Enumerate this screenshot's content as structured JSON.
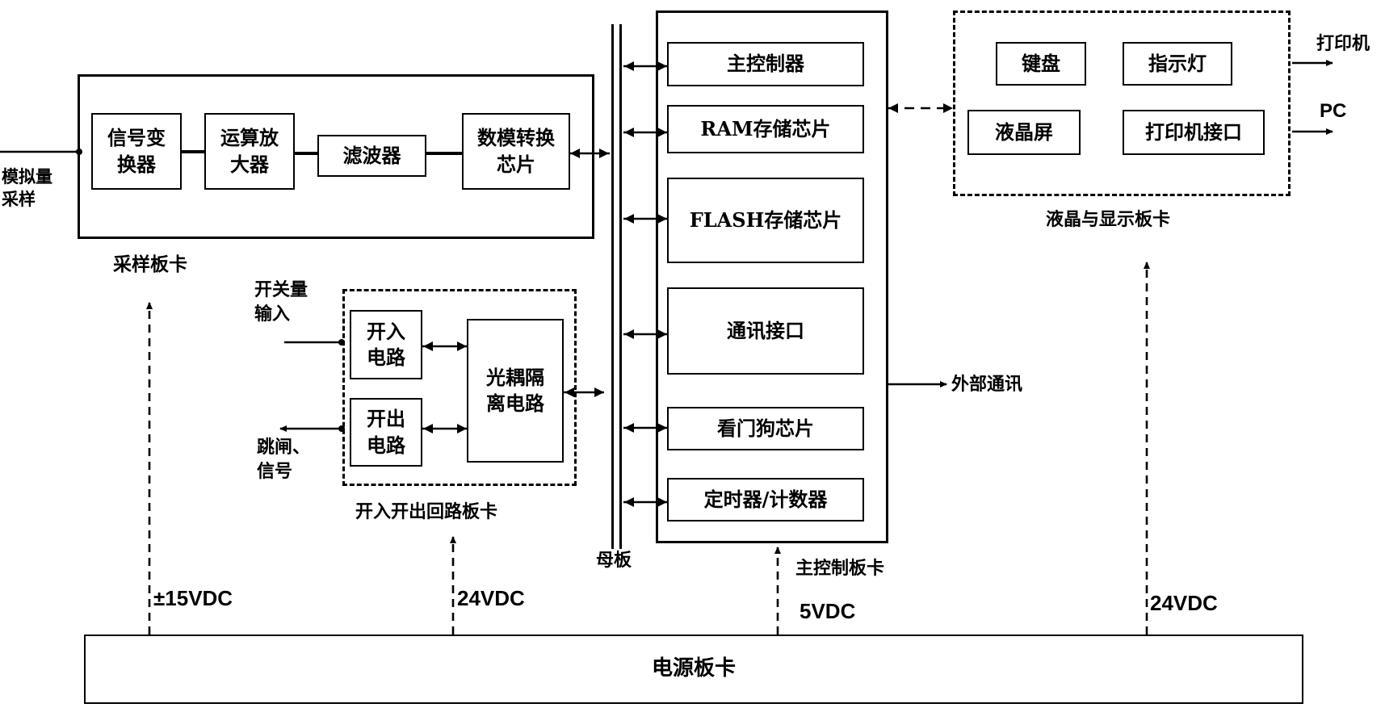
{
  "sampling": {
    "title": "采样板卡",
    "input": "模拟量\n采样",
    "signal_converter": "信号变\n换器",
    "op_amp": "运算放\n大器",
    "filter": "滤波器",
    "dac": "数模转换\n芯片"
  },
  "io_board": {
    "title": "开入开出回路板卡",
    "switch_input": "开关量\n输入",
    "trip_signal": "跳闸、\n信号",
    "input_circuit": "开入\n电路",
    "output_circuit": "开出\n电路",
    "optocoupler": "光耦隔\n离电路"
  },
  "motherboard": {
    "label": "母板"
  },
  "main_board": {
    "title": "主控制板卡",
    "controller": "主控制器",
    "ram": "RAM存储芯片",
    "flash": "FLASH存储芯片",
    "comm_interface": "通讯接口",
    "watchdog": "看门狗芯片",
    "timer": "定时器/计数器",
    "external_comm": "外部通讯"
  },
  "display_board": {
    "title": "液晶与显示板卡",
    "keyboard": "键盘",
    "indicator": "指示灯",
    "lcd": "液晶屏",
    "printer_interface": "打印机接口",
    "out_printer": "打印机",
    "out_pc": "PC"
  },
  "power": {
    "title": "电源板卡",
    "v_sampling": "±15VDC",
    "v_io": "24VDC",
    "v_main": "5VDC",
    "v_display": "24VDC"
  }
}
